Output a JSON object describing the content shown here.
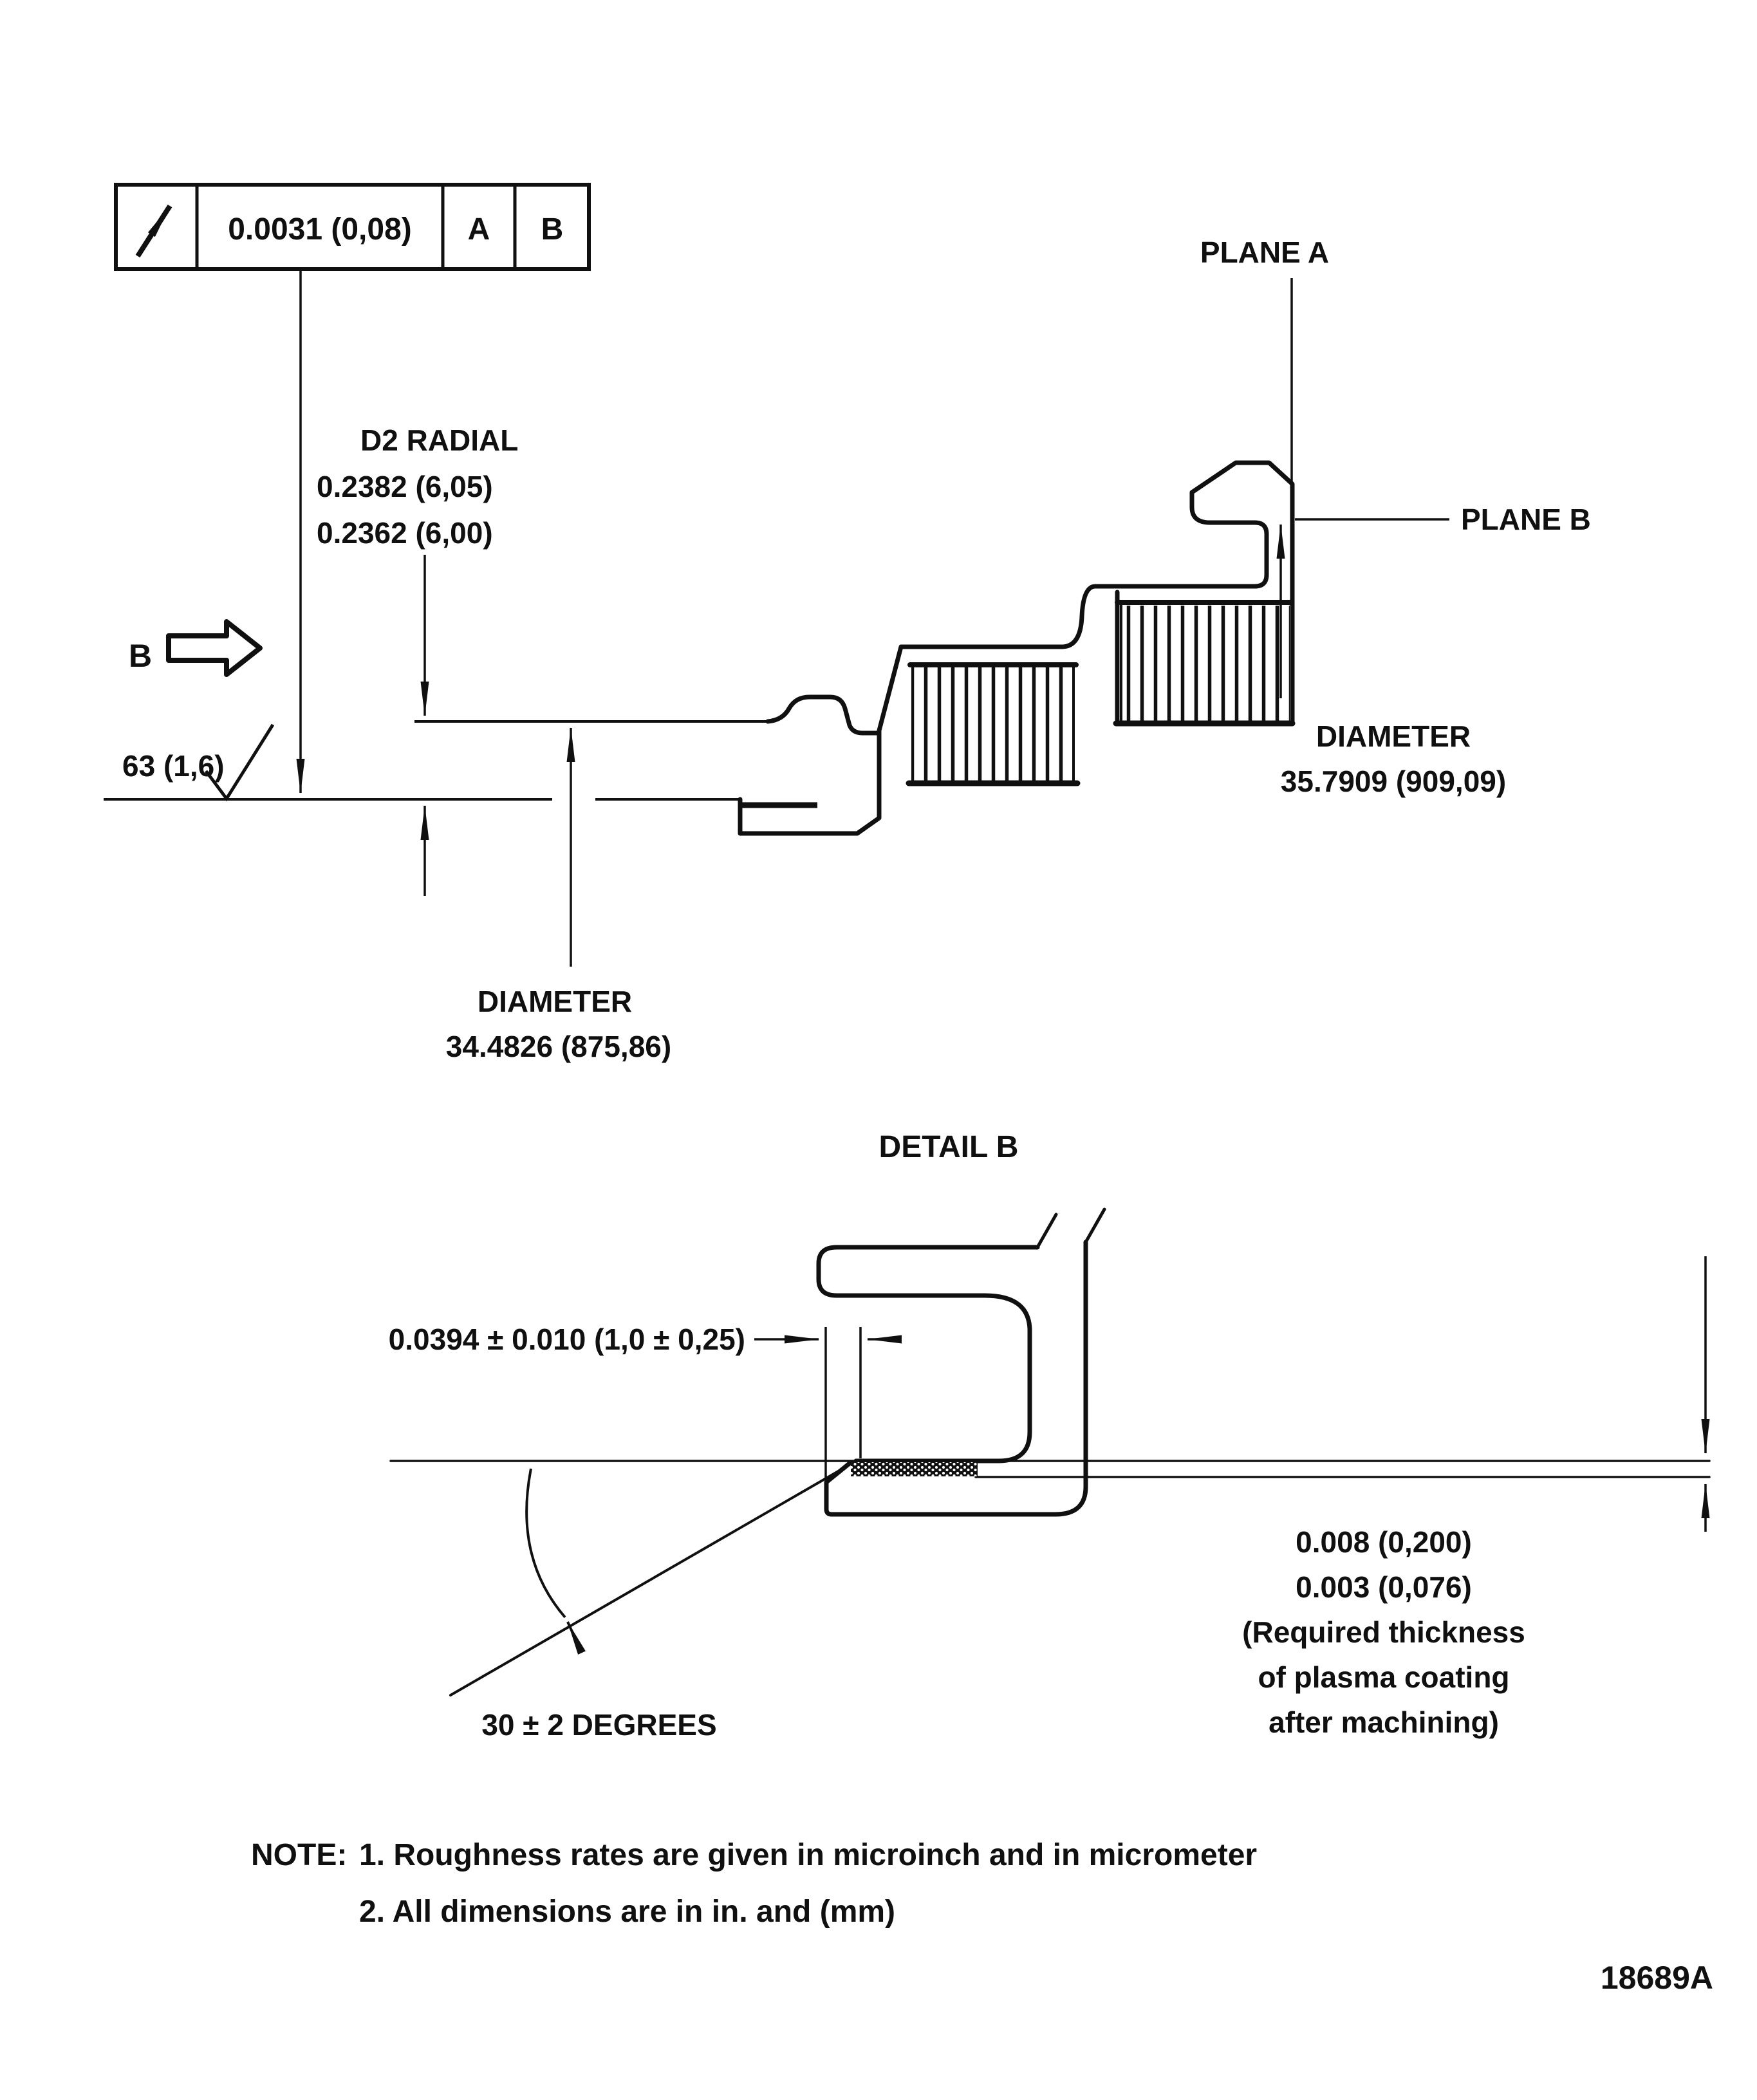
{
  "drawing": {
    "feature_control_frame": {
      "symbol": "circular-runout-arrow-icon",
      "tolerance": "0.0031 (0,08)",
      "datum_primary": "A",
      "datum_secondary": "B"
    },
    "planes": {
      "plane_a": "PLANE A",
      "plane_b": "PLANE B"
    },
    "view_arrow_label": "B",
    "surface_finish": "63 (1,6)",
    "d2_radial": {
      "title": "D2 RADIAL",
      "max": "0.2382 (6,05)",
      "min": "0.2362 (6,00)"
    },
    "seal_diameter": {
      "label": "DIAMETER",
      "value": "34.4826 (875,86)"
    },
    "outer_diameter": {
      "label": "DIAMETER",
      "value": "35.7909 (909,09)"
    },
    "detail_view": {
      "title": "DETAIL B",
      "coating_land_width": "0.0394 ± 0.010 (1,0 ± 0,25)",
      "coating_thickness_max": "0.008 (0,200)",
      "coating_thickness_min": "0.003 (0,076)",
      "coating_note_line1": "(Required thickness",
      "coating_note_line2": "of plasma coating",
      "coating_note_line3": "after machining)",
      "chamfer_angle": "30 ± 2 DEGREES"
    },
    "notes": {
      "heading": "NOTE:",
      "note_1": "1. Roughness rates are given in microinch and in micrometer",
      "note_2": "2. All dimensions are in in. and (mm)"
    },
    "figure_number": "18689A"
  }
}
